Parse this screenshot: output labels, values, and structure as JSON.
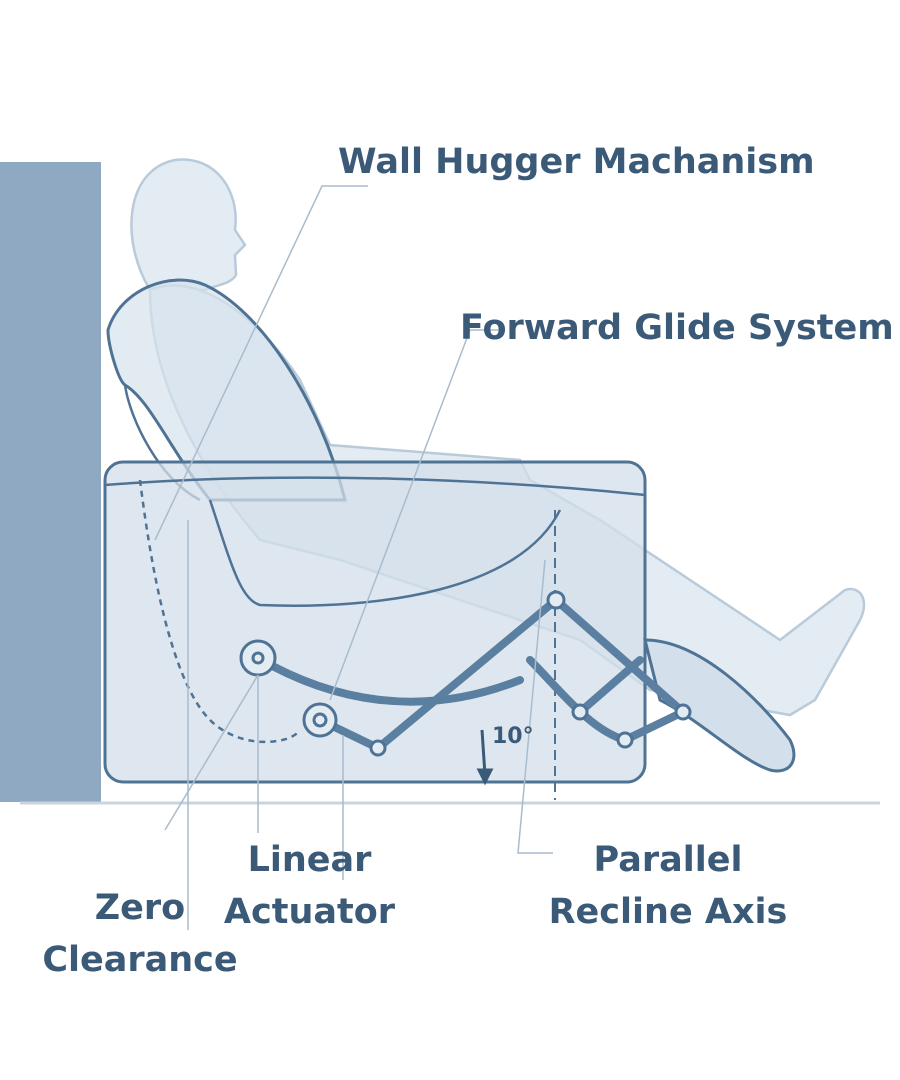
{
  "labels": {
    "wall_hugger": "Wall Hugger Machanism",
    "forward_glide": "Forward Glide System",
    "linear_actuator": [
      "Linear",
      "Actuator"
    ],
    "zero_clearance": [
      "Zero",
      "Clearance"
    ],
    "parallel_recline": [
      "Parallel",
      "Recline Axis"
    ]
  },
  "angle_label": "10°",
  "colors": {
    "wall": "#8ea9c1",
    "text": "#3b5a78",
    "line": "#4f7395",
    "fill": "#dde7f0"
  }
}
